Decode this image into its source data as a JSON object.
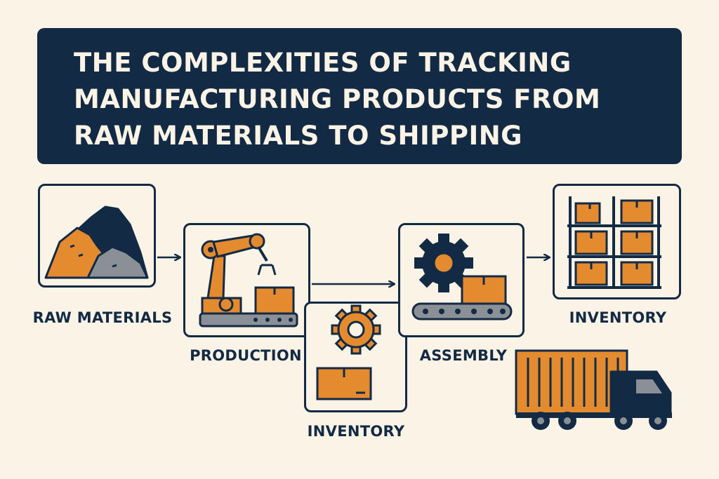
{
  "title": "THE COMPLEXITIES OF TRACKING MANUFACTURING PRODUCTS FROM RAW MATERIALS TO SHIPPING",
  "steps": [
    {
      "label": "RAW MATERIALS",
      "icon": "raw-materials-pile-icon"
    },
    {
      "label": "PRODUCTION",
      "icon": "robotic-arm-icon"
    },
    {
      "label": "INVENTORY",
      "icon": "gear-box-icon"
    },
    {
      "label": "ASSEMBLY",
      "icon": "gear-conveyor-icon"
    },
    {
      "label": "INVENTORY",
      "icon": "warehouse-shelves-icon"
    },
    {
      "label": "",
      "icon": "shipping-truck-icon"
    }
  ],
  "colors": {
    "navy": "#132a45",
    "orange": "#e48a2f",
    "gray": "#8a9096",
    "background": "#fbf4e6"
  }
}
